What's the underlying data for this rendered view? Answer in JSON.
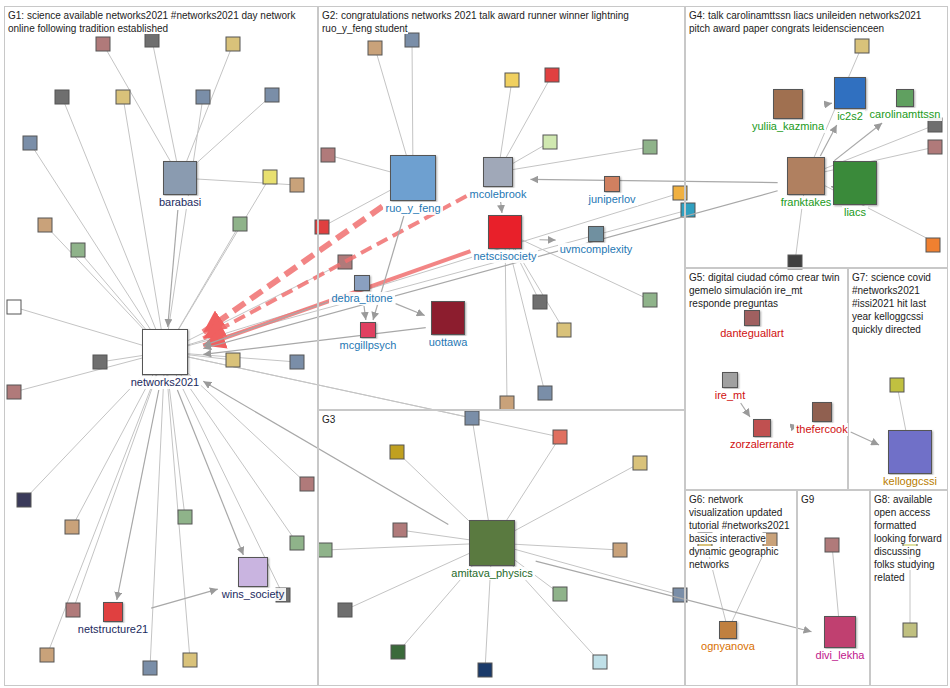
{
  "diagram": {
    "nodes": [
      {
        "text": [
          "G1: science available networks2021 #networks2021 day network online following tradition established"
        ]
      },
      {
        "text": [
          "G2: congratulations networks 2021 talk award runner winner lightning ruo_y_feng student"
        ]
      },
      {
        "text": [
          "G3"
        ]
      },
      {
        "text": [
          "G4: talk carolinamttssn liacs unileiden networks2021 pitch award paper congrats leidenscienceen"
        ]
      },
      {
        "text": [
          "G5: digital ciudad cómo crear twin gemelo simulación ire_mt responde preguntas"
        ]
      },
      {
        "text": [
          "G6: network visualization updated tutorial #networks2021 basics interactive dynamic geographic networks"
        ]
      },
      {
        "text": [
          "G7: science covid #networks2021 #issi2021 hit last year kelloggcssi quickly directed"
        ]
      },
      {
        "text": [
          "G8: available open access formatted looking forward discussing folks studying related"
        ]
      },
      {
        "text": [
          "G9"
        ]
      },
      {
        "text": [
          "barabasi"
        ],
        "in": 0
      },
      {
        "text": [
          "networks2021"
        ],
        "in": 0
      },
      {
        "text": [
          "wins_society"
        ],
        "in": 0
      },
      {
        "text": [
          "netstructure21"
        ],
        "in": 0
      },
      {
        "text": [
          "ruo_y_feng"
        ],
        "in": 1
      },
      {
        "text": [
          "mcolebrook"
        ],
        "in": 1
      },
      {
        "text": [
          "juniperlov"
        ],
        "in": 1
      },
      {
        "text": [
          "netscisociety"
        ],
        "in": 1
      },
      {
        "text": [
          "uvmcomplexity"
        ],
        "in": 1
      },
      {
        "text": [
          "debra_titone"
        ],
        "in": 1
      },
      {
        "text": [
          "mcgillpsych"
        ],
        "in": 1
      },
      {
        "text": [
          "uottawa"
        ],
        "in": 1
      },
      {
        "text": [
          "amitava_physics"
        ],
        "in": 2
      },
      {
        "text": [
          "yuliia_kazmina"
        ],
        "in": 3
      },
      {
        "text": [
          "ic2s2"
        ],
        "in": 3
      },
      {
        "text": [
          "carolinamttssn"
        ],
        "in": 3
      },
      {
        "text": [
          "franktakes"
        ],
        "in": 3
      },
      {
        "text": [
          "liacs"
        ],
        "in": 3
      },
      {
        "text": [
          "danteguallart"
        ],
        "in": 4
      },
      {
        "text": [
          "ire_mt"
        ],
        "in": 4
      },
      {
        "text": [
          "zorzalerrante"
        ],
        "in": 4
      },
      {
        "text": [
          "thefercook"
        ],
        "in": 4
      },
      {
        "text": [
          "ognyanova"
        ],
        "in": 5
      },
      {
        "text": [
          "kelloggcssi"
        ],
        "in": 6
      },
      {
        "text": [
          "divi_lekha"
        ],
        "in": 8
      }
    ],
    "edges": [
      {
        "from": 13,
        "to": 10,
        "arrow": "to"
      },
      {
        "from": 14,
        "to": 10,
        "arrow": "to"
      },
      {
        "from": 16,
        "to": 10,
        "arrow": "to"
      },
      {
        "from": 9,
        "to": 10,
        "arrow": "to"
      },
      {
        "from": 18,
        "to": 10,
        "arrow": "to"
      },
      {
        "from": 20,
        "to": 10,
        "arrow": "to"
      },
      {
        "from": 21,
        "to": 10,
        "arrow": "to"
      },
      {
        "from": 10,
        "to": 11,
        "arrow": "to"
      },
      {
        "from": 10,
        "to": 12,
        "arrow": "to"
      },
      {
        "from": 25,
        "to": 10,
        "arrow": "to"
      },
      {
        "from": 18,
        "to": 19,
        "arrow": "to"
      },
      {
        "from": 18,
        "to": 20,
        "arrow": "to"
      },
      {
        "from": 25,
        "to": 26,
        "arrow": "to"
      },
      {
        "from": 25,
        "to": 23,
        "arrow": "to"
      },
      {
        "from": 25,
        "to": 24,
        "arrow": "to"
      },
      {
        "from": 22,
        "to": 23,
        "arrow": "to"
      },
      {
        "from": 28,
        "to": 29,
        "arrow": "to"
      },
      {
        "from": 30,
        "to": 29,
        "arrow": "to"
      },
      {
        "from": 30,
        "to": 32,
        "arrow": "to"
      },
      {
        "from": 21,
        "to": 33,
        "arrow": "to"
      },
      {
        "from": 14,
        "to": 16,
        "arrow": "to"
      },
      {
        "from": 25,
        "to": 14,
        "arrow": "to"
      },
      {
        "from": 12,
        "to": 11,
        "arrow": "to"
      },
      {
        "from": 13,
        "to": 19,
        "arrow": "to"
      },
      {
        "from": 16,
        "to": 17,
        "arrow": "to"
      }
    ]
  }
}
